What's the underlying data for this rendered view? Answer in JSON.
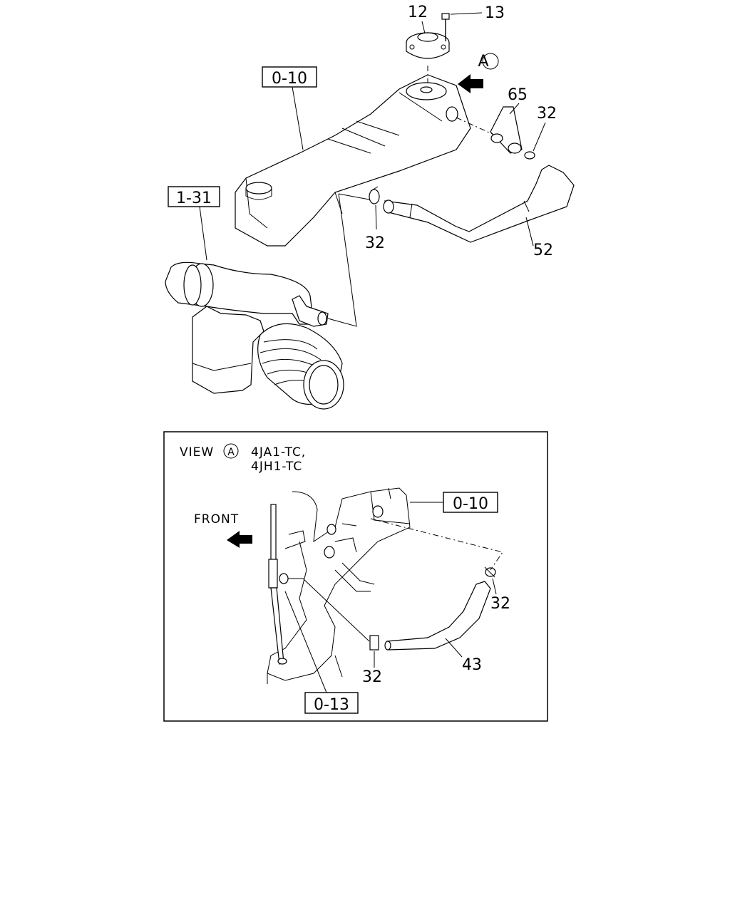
{
  "callouts": {
    "p12": "12",
    "p13": "13",
    "p65": "65",
    "p32_top_right": "32",
    "p32_top_mid": "32",
    "p52": "52",
    "ref_010_top": "0-10",
    "ref_131": "1-31",
    "view_marker": "A",
    "p32_inset_right": "32",
    "p32_inset_bottom": "32",
    "p43": "43",
    "ref_010_inset": "0-10",
    "ref_013_inset": "0-13"
  },
  "inset": {
    "view_label": "VIEW",
    "view_marker": "A",
    "model_line1": "4JA1-TC,",
    "model_line2": "4JH1-TC",
    "front_label": "FRONT"
  }
}
